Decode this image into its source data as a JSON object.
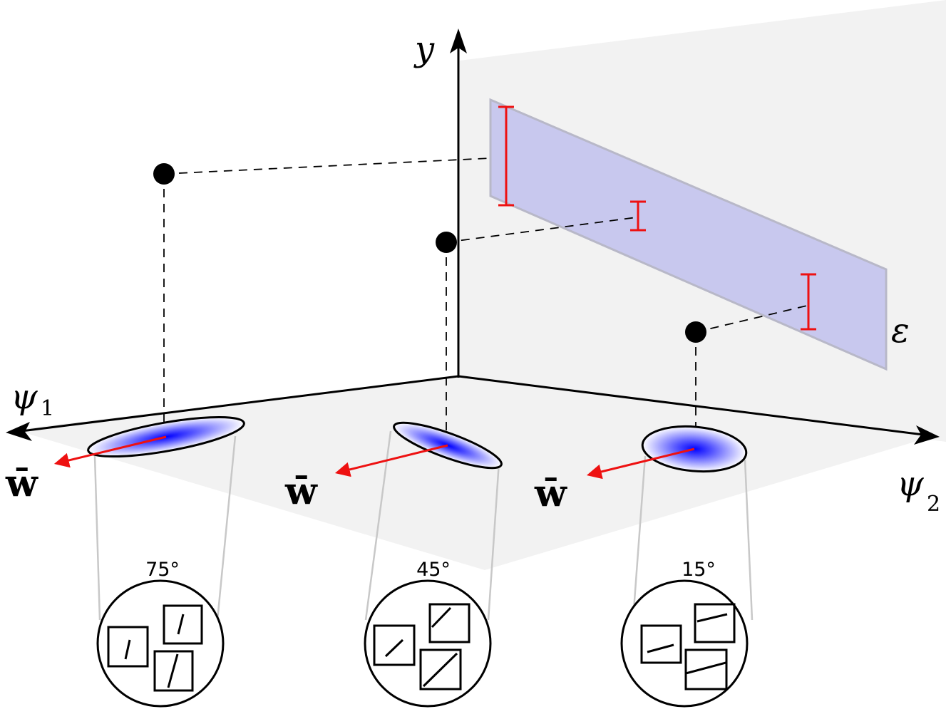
{
  "axes": {
    "y_label": "y",
    "psi1_base": "ψ",
    "psi1_sub": "1",
    "psi2_base": "ψ",
    "psi2_sub": "2"
  },
  "plane_label": "ε",
  "colors": {
    "plane_fill": "#c8c8ee",
    "plane_stroke": "#b8b8c8",
    "error_bar": "#ee1111",
    "arrow": "#ee1111",
    "blob": "#1a1aff",
    "backdrop": "#f2f2f2"
  },
  "groups": [
    {
      "weight_label": "w̄",
      "angle_label": "75°"
    },
    {
      "weight_label": "w̄",
      "angle_label": "45°"
    },
    {
      "weight_label": "w̄",
      "angle_label": "15°"
    }
  ]
}
